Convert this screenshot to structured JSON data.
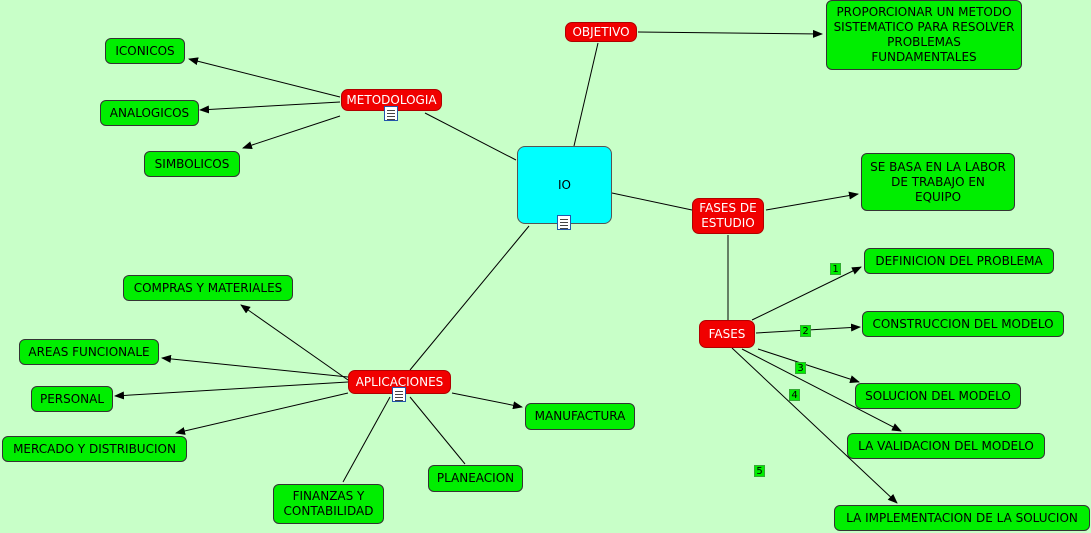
{
  "nodes": {
    "io": "IO",
    "objetivo": "OBJETIVO",
    "metodo": "PROPORCIONAR UN METODO SISTEMATICO PARA RESOLVER PROBLEMAS FUNDAMENTALES",
    "metodologia": "METODOLOGIA",
    "iconicos": "ICONICOS",
    "analogicos": "ANALOGICOS",
    "simbolicos": "SIMBOLICOS",
    "fases_estudio": "FASES DE ESTUDIO",
    "labor": "SE BASA EN LA LABOR DE TRABAJO EN EQUIPO",
    "fases": "FASES",
    "definicion": "DEFINICION DEL PROBLEMA",
    "construccion": "CONSTRUCCION DEL MODELO",
    "solucion": "SOLUCION DEL MODELO",
    "validacion": "LA VALIDACION DEL MODELO",
    "implementacion": "LA IMPLEMENTACION DE LA SOLUCION",
    "aplicaciones": "APLICACIONES",
    "compras": "COMPRAS Y MATERIALES",
    "areas": "AREAS FUNCIONALE",
    "personal": "PERSONAL",
    "mercado": "MERCADO Y DISTRIBUCION",
    "finanzas": "FINANZAS Y CONTABILIDAD",
    "planeacion": "PLANEACION",
    "manufactura": "MANUFACTURA"
  },
  "link_labels": [
    "1",
    "2",
    "3",
    "4",
    "5"
  ],
  "colors": {
    "background": "#c8ffc8",
    "concept": "#00ee00",
    "linking": "#f00000",
    "root": "#00ffff"
  }
}
